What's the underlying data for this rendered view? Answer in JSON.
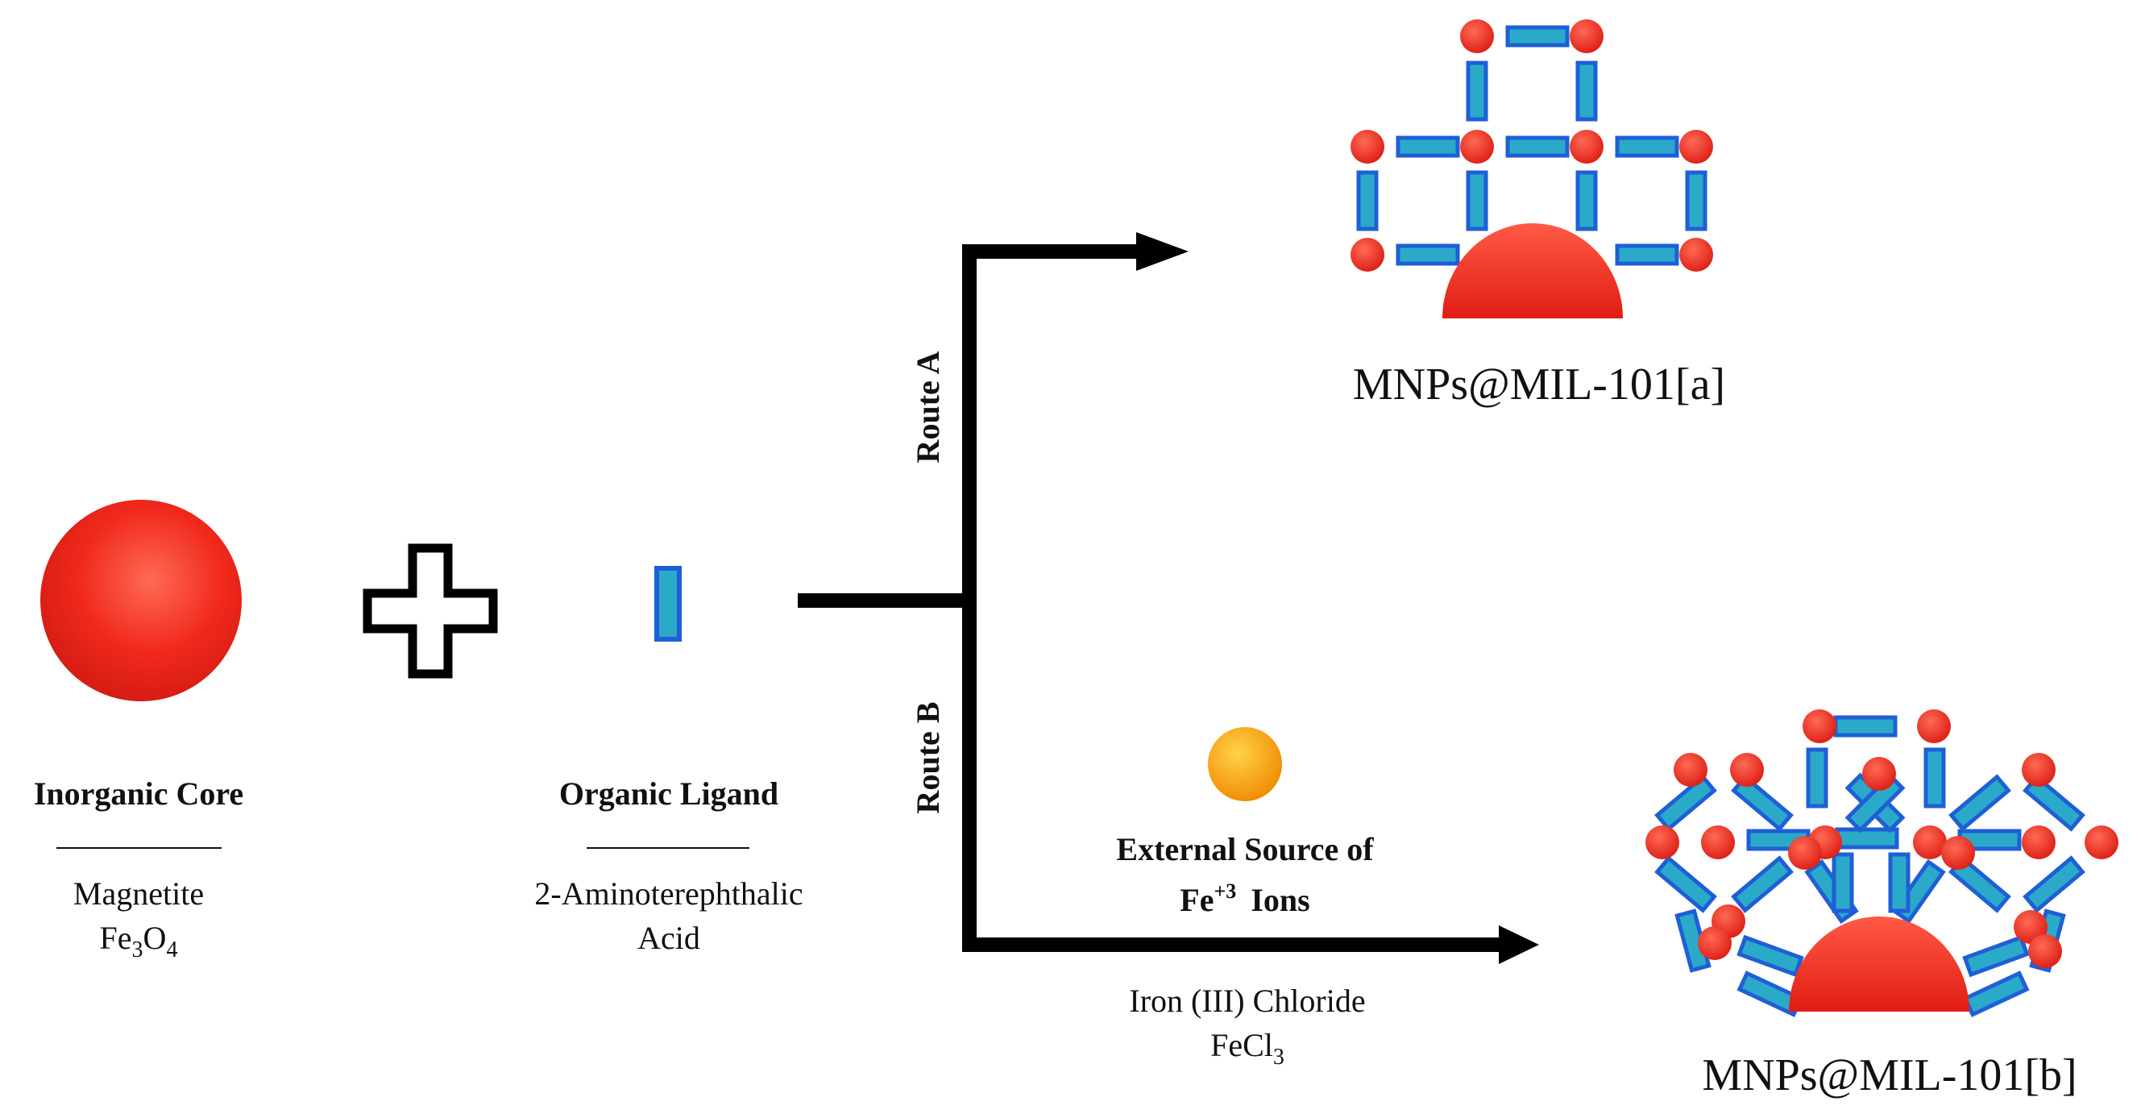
{
  "left": {
    "core": {
      "title": "Inorganic Core",
      "name": "Magnetite",
      "formula": {
        "fe": "Fe",
        "fe_sub": "3",
        "o": "O",
        "o_sub": "4"
      }
    },
    "ligand": {
      "title": "Organic Ligand",
      "name_line1": "2-Aminoterephthalic",
      "name_line2": "Acid"
    }
  },
  "routes": {
    "a": "Route A",
    "b": "Route B"
  },
  "external": {
    "line1": "External Source of",
    "fe": "Fe",
    "charge": "+3",
    "ions": "Ions",
    "chloride": "Iron (III) Chloride",
    "fecl": "FeCl",
    "fecl_sub": "3"
  },
  "products": {
    "a": "MNPs@MIL-101[a]",
    "b": "MNPs@MIL-101[b]"
  },
  "colors": {
    "core_red": "#e8231b",
    "node_red": "#e8231b",
    "linker_fill": "#2ba9c9",
    "linker_border": "#1f5fd6",
    "ion_orange": "#f5a000",
    "arrow": "#000000"
  }
}
